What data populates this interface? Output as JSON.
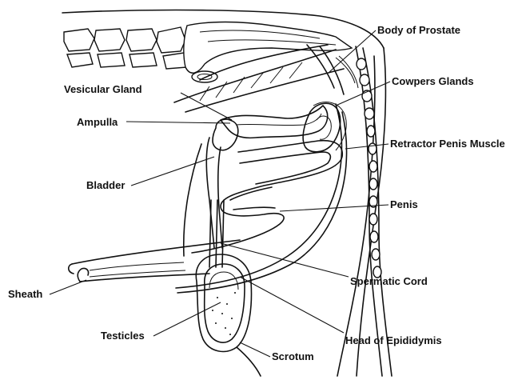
{
  "diagram": {
    "labels": {
      "body_of_prostate": "Body of Prostate",
      "vesicular_gland": "Vesicular Gland",
      "cowpers_glands": "Cowpers Glands",
      "ampulla": "Ampulla",
      "retractor_penis_muscle": "Retractor Penis Muscle",
      "bladder": "Bladder",
      "penis": "Penis",
      "sheath": "Sheath",
      "spermatic_cord": "Spermatic Cord",
      "testicles": "Testicles",
      "head_of_epididymis": "Head of Epididymis",
      "scrotum": "Scrotum"
    }
  }
}
